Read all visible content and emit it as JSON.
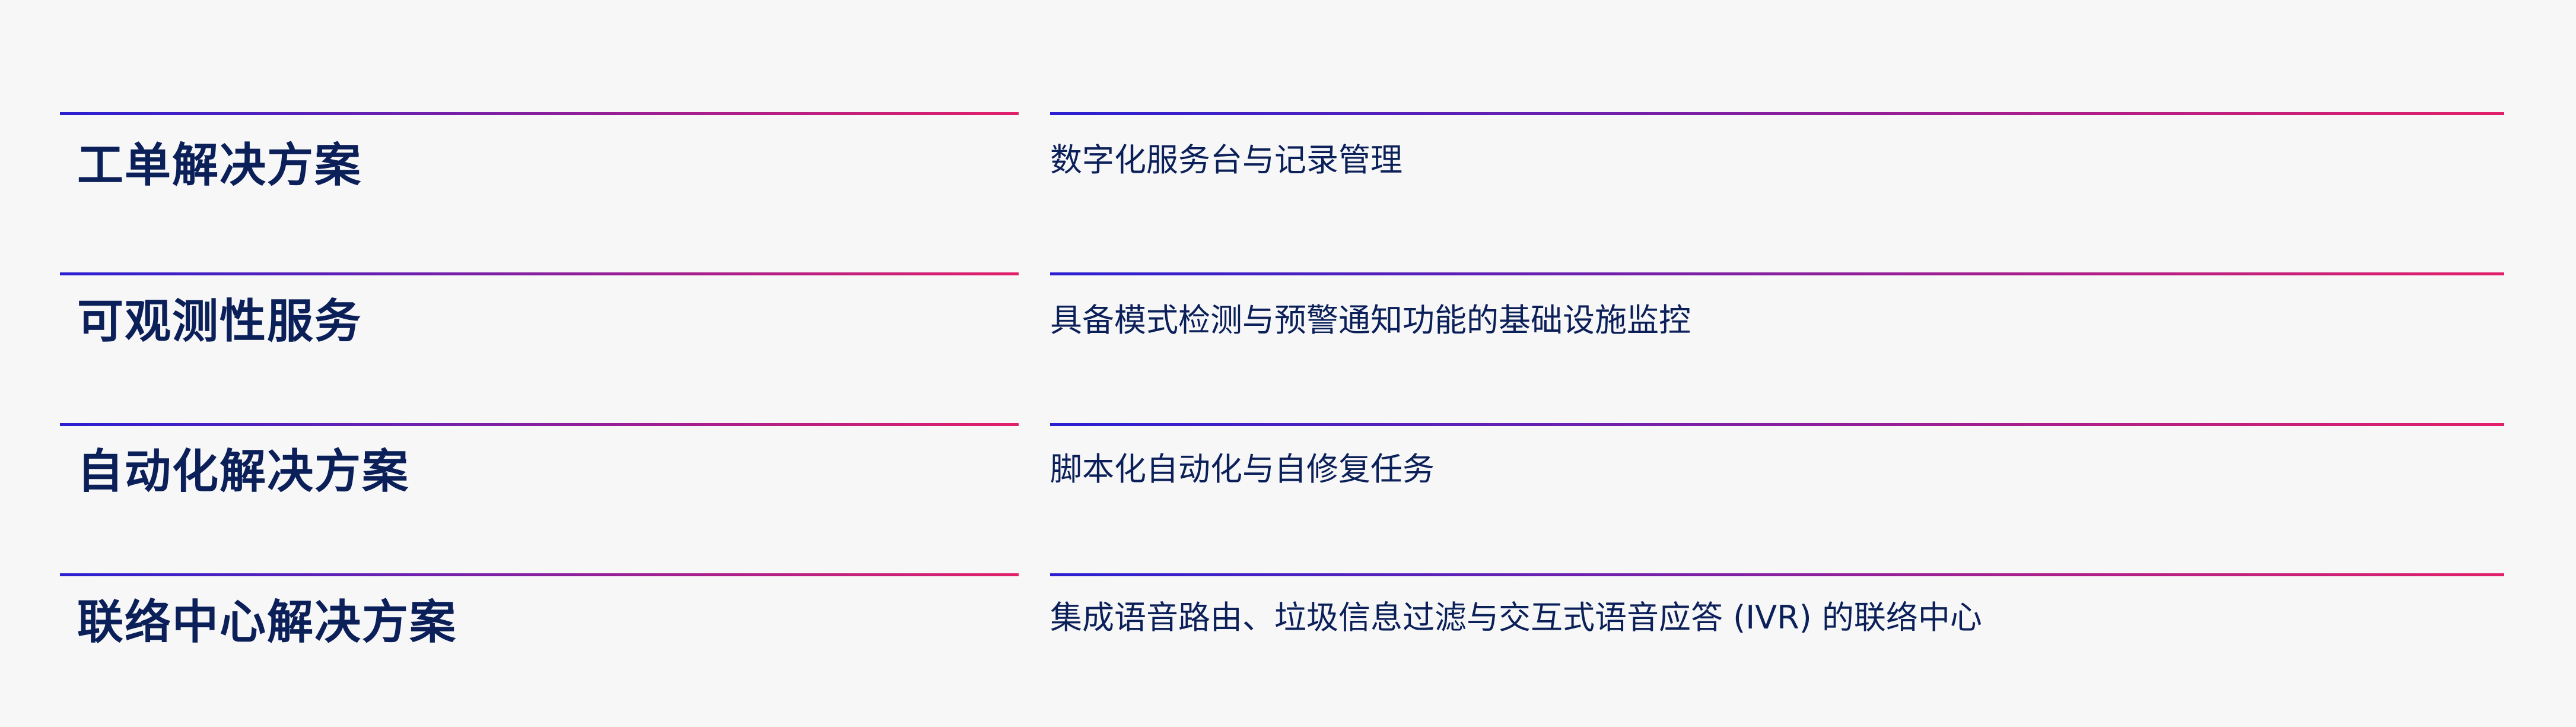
{
  "solutions": [
    {
      "title": "工单解决方案",
      "description": "数字化服务台与记录管理"
    },
    {
      "title": "可观测性服务",
      "description": "具备模式检测与预警通知功能的基础设施监控"
    },
    {
      "title": "自动化解决方案",
      "description": "脚本化自动化与自修复任务"
    },
    {
      "title": "联络中心解决方案",
      "description": "集成语音路由、垃圾信息过滤与交互式语音应答 (IVR) 的联络中心"
    }
  ],
  "colors": {
    "text": "#0b1f58",
    "gradient_start": "#2a20d2",
    "gradient_end": "#e2206a",
    "background": "#f7f7f8"
  }
}
